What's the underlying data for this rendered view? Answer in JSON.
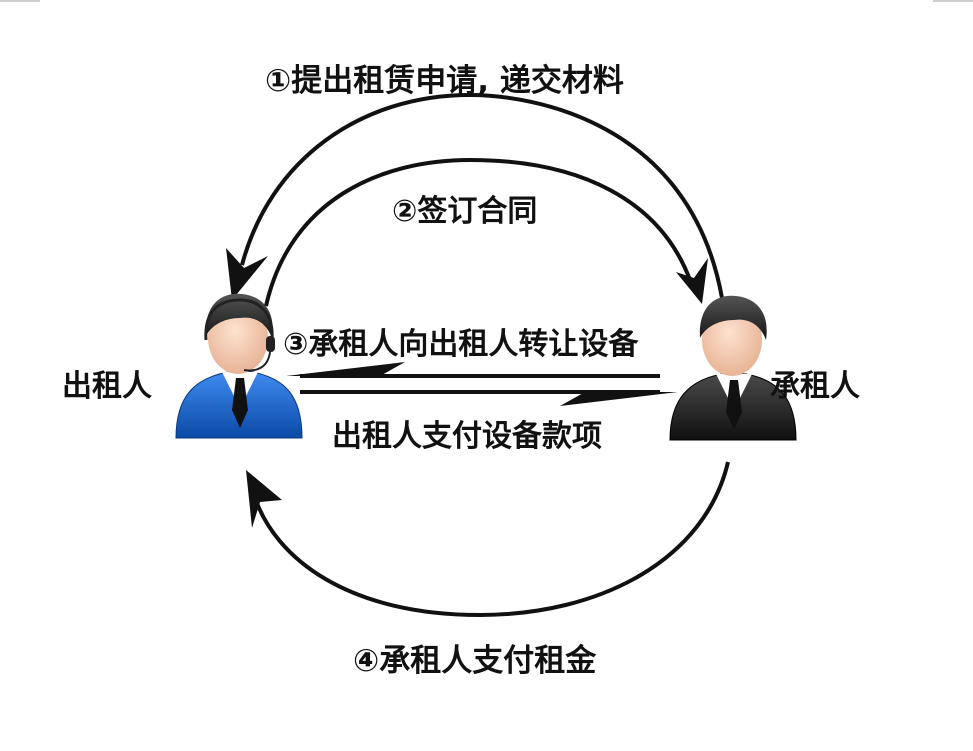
{
  "steps": {
    "step1": "①提出租赁申请, 递交材料",
    "step2": "②签订合同",
    "step3": "③承租人向出租人转让设备",
    "payment": "出租人支付设备款项",
    "step4": "④承租人支付租金"
  },
  "parties": {
    "lessor": {
      "name": "出租人",
      "suit_color": "#1a66cc",
      "icon": "businessman-headset-icon"
    },
    "lessee": {
      "name": "承租人",
      "suit_color": "#2a2a2a",
      "icon": "businessman-icon"
    }
  },
  "colors": {
    "arrow": "#111111",
    "text": "#111111"
  }
}
